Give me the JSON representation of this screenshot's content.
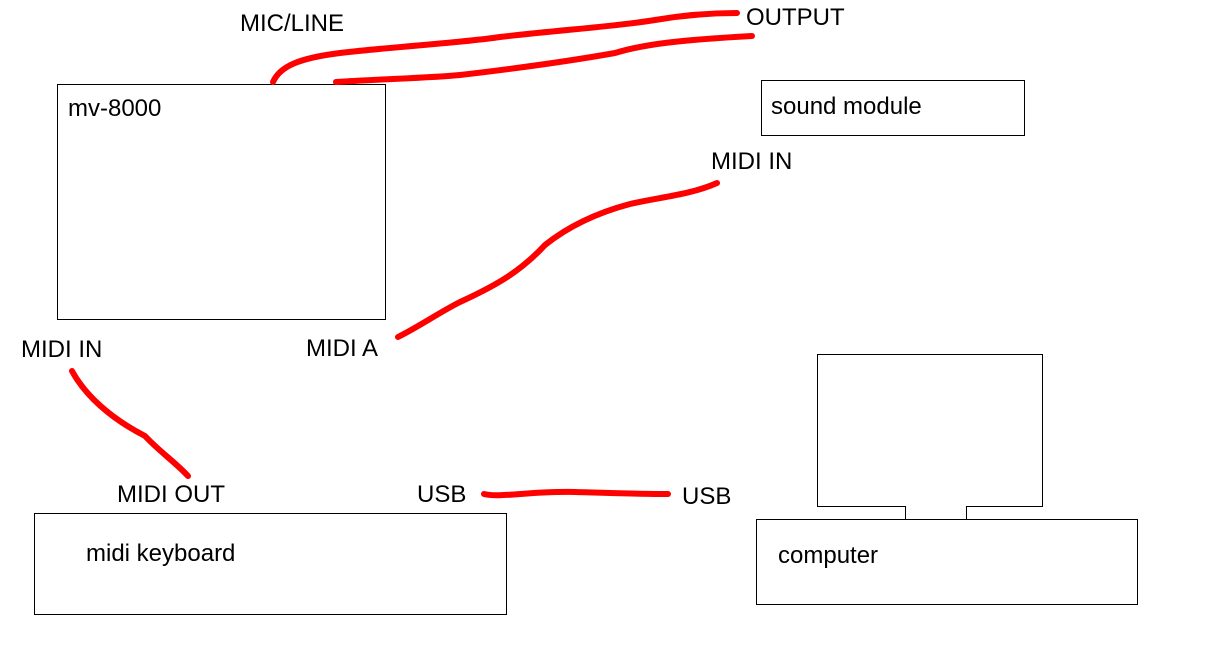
{
  "devices": {
    "mv8000": {
      "label": "mv-8000"
    },
    "sound_module": {
      "label": "sound module"
    },
    "midi_keyboard": {
      "label": "midi keyboard"
    },
    "computer": {
      "label": "computer"
    }
  },
  "ports": {
    "mic_line": "MIC/LINE",
    "output": "OUTPUT",
    "midi_in_sound_module": "MIDI IN",
    "midi_a": "MIDI A",
    "midi_in_mv8000": "MIDI IN",
    "midi_out_keyboard": "MIDI OUT",
    "usb_keyboard": "USB",
    "usb_computer": "USB"
  },
  "colors": {
    "cable": "#ff0000",
    "outline": "#000000",
    "background": "#ffffff"
  }
}
